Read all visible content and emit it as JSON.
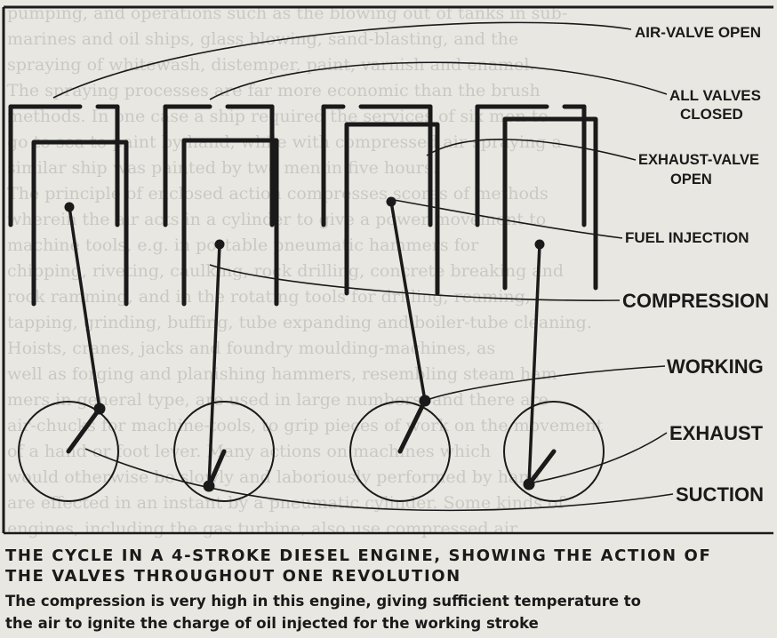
{
  "labels": {
    "air_valve_open": "AIR-VALVE OPEN",
    "all_valves_closed_1": "ALL VALVES",
    "all_valves_closed_2": "CLOSED",
    "exhaust_valve_open_1": "EXHAUST-VALVE",
    "exhaust_valve_open_2": "OPEN",
    "fuel_injection": "FUEL INJECTION",
    "compression": "COMPRESSION",
    "working": "WORKING",
    "exhaust": "EXHAUST",
    "suction": "SUCTION"
  },
  "caption": {
    "title_line1": "THE CYCLE IN A 4-STROKE DIESEL ENGINE, SHOWING THE ACTION OF",
    "title_line2": "THE VALVES THROUGHOUT ONE REVOLUTION",
    "body_line1": "The compression is very high in this engine, giving sufficient temperature to",
    "body_line2": "the air to ignite the charge of oil injected for the working stroke"
  },
  "background_text": [
    "pumping, and operations such as the blowing out of tanks in sub-",
    "marines and oil ships, glass blowing, sand-blasting, and the",
    "spraying of whitewash, distemper, paint, varnish and enamel.",
    "The spraying processes are far more economic than the brush",
    "methods. In one case a ship required the services of six men to",
    "go to sea to paint by hand, while with compressed air spraying a",
    "similar ship was painted by two men in five hours.",
    "The principle of enclosed action compresses scores of methods",
    "wherein the air acts in a cylinder to give a power movement to",
    "machine tools, e.g. in portable pneumatic hammers for",
    "chipping, riveting, caulking, rock drilling, concrete breaking and",
    "rock ramming, and in the rotating tools for drilling, reaming,",
    "tapping, grinding, buffing, tube expanding and boiler-tube cleaning.",
    "Hoists, cranes, jacks and foundry moulding-machines, as",
    "well as forging and planishing hammers, resembling steam ham-",
    "mers in general type, are used in large numbers, and there are",
    "air-chucks for machine-tools, to grip pieces of work on the movement",
    "of a hand or foot lever. Many actions on machines which",
    "would otherwise be slowly and laboriously performed by hand",
    "are effected in an instant by a pneumatic cylinder. Some kinds of",
    "engines, including the gas turbine, also use compressed air"
  ],
  "colors": {
    "paper": "#e9e7e1",
    "ink": "#1a1a1a"
  }
}
